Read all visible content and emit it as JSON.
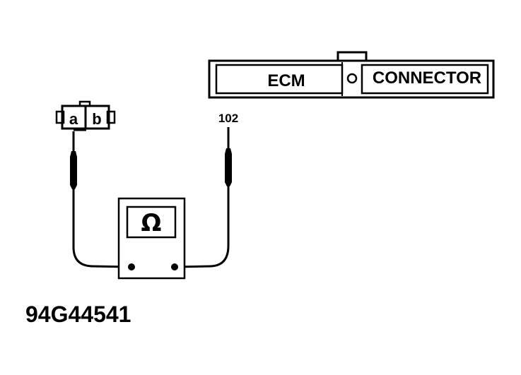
{
  "ecm_connector": {
    "left_label": "ECM",
    "right_label": "CONNECTOR"
  },
  "harness_connector": {
    "terminal_a": "a",
    "terminal_b": "b"
  },
  "probe_terminal": "102",
  "meter": {
    "symbol": "Ω"
  },
  "figure_id": "94G44541"
}
